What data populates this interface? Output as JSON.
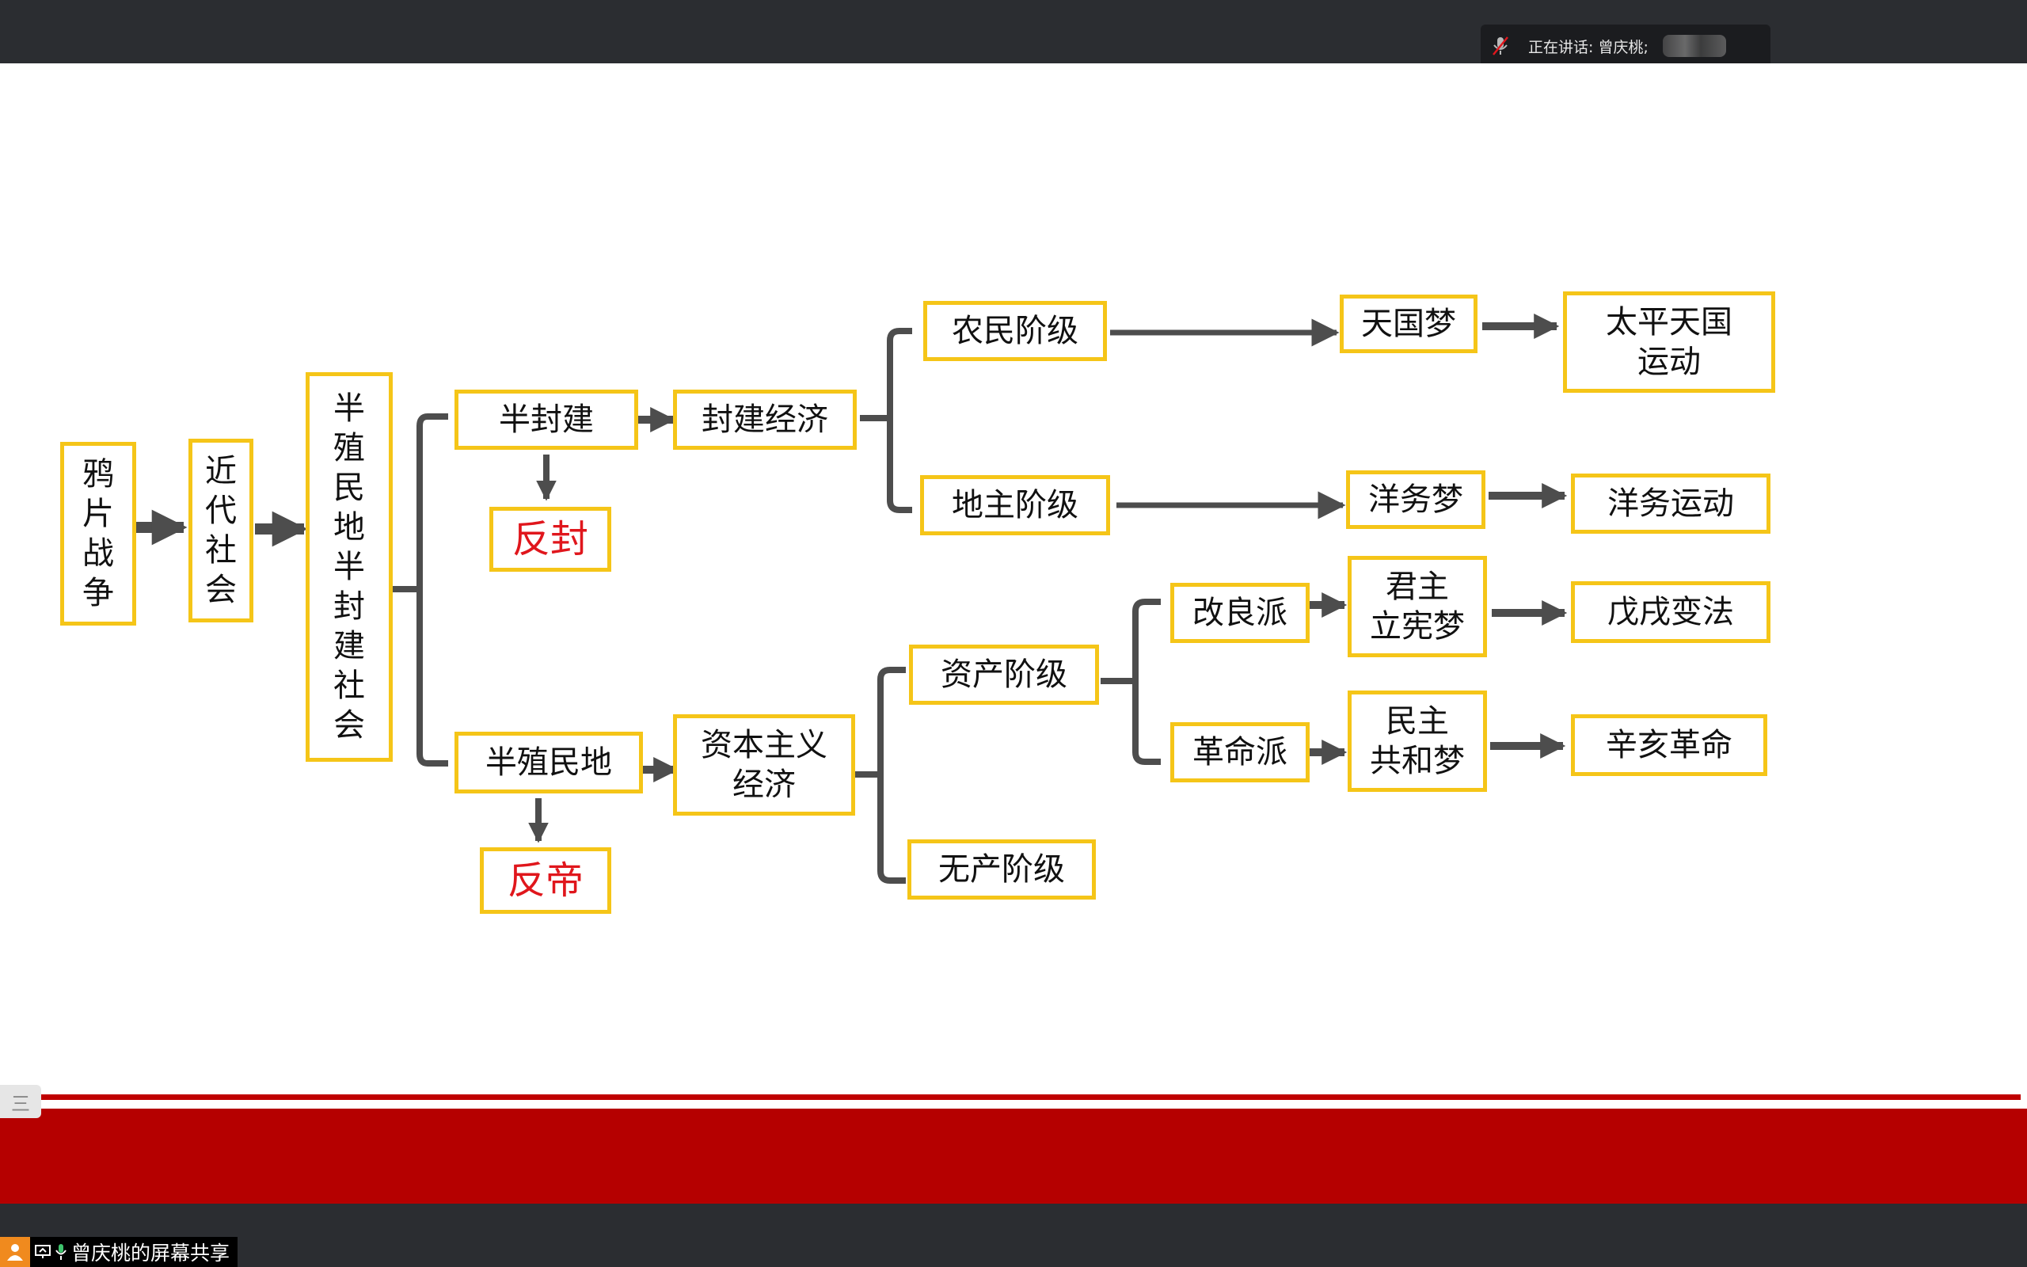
{
  "speaker": {
    "label": "正在讲话: 曾庆桃;"
  },
  "share": {
    "label": "曾庆桃的屏幕共享"
  },
  "side_tab": {
    "label": "三"
  },
  "colors": {
    "box_border": "#f5c518",
    "connector": "#4d4d4d",
    "emphasis_text": "#e0161c",
    "band": "#b50000"
  },
  "diagram": {
    "opium_war": "鸦\n片\n战\n争",
    "modern_society": "近\n代\n社\n会",
    "semi_society": "半\n殖\n民\n地\n半\n封\n建\n社\n会",
    "semi_feudal": "半封建",
    "anti_feudal": "反封",
    "feudal_economy": "封建经济",
    "peasant_class": "农民阶级",
    "landlord_class": "地主阶级",
    "heavenly_dream": "天国梦",
    "taiping": "太平天国\n运动",
    "westernization_dream": "洋务梦",
    "westernization_movement": "洋务运动",
    "semi_colonial": "半殖民地",
    "anti_imperialism": "反帝",
    "capitalist_economy": "资本主义\n经济",
    "bourgeoisie": "资产阶级",
    "proletariat": "无产阶级",
    "reformists": "改良派",
    "revolutionaries": "革命派",
    "constitutional_dream": "君主\n立宪梦",
    "republic_dream": "民主\n共和梦",
    "wuxu_reform": "戊戌变法",
    "xinhai_revolution": "辛亥革命"
  }
}
